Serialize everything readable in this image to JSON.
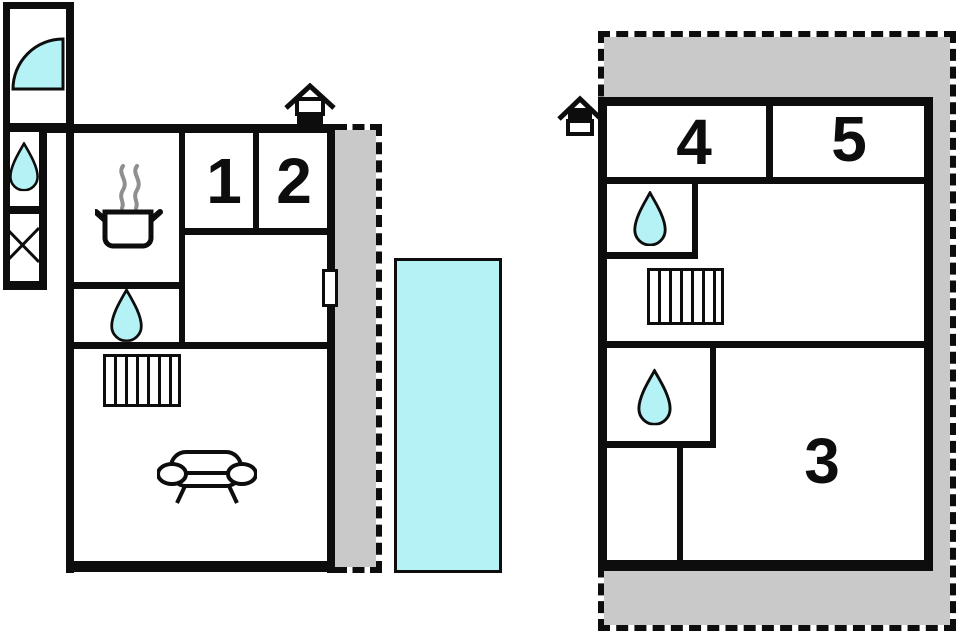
{
  "rooms": {
    "room1": "1",
    "room2": "2",
    "room3": "3",
    "room4": "4",
    "room5": "5"
  },
  "colors": {
    "water": "#b5f2f6",
    "terrace": "#c9c9c9",
    "wall": "#0d0d0d",
    "steam": "#8f8f8f"
  },
  "icons": {
    "annex": [
      "door-swing",
      "water-drop",
      "window-cross"
    ],
    "main_house": [
      "fireplace",
      "cooking-pot",
      "water-drop",
      "radiator",
      "sofa",
      "door-handle"
    ],
    "guest_house": [
      "fireplace",
      "water-drop",
      "radiator",
      "water-drop"
    ],
    "outdoor": [
      "swimming-pool",
      "terrace-main",
      "terrace-guest"
    ]
  }
}
